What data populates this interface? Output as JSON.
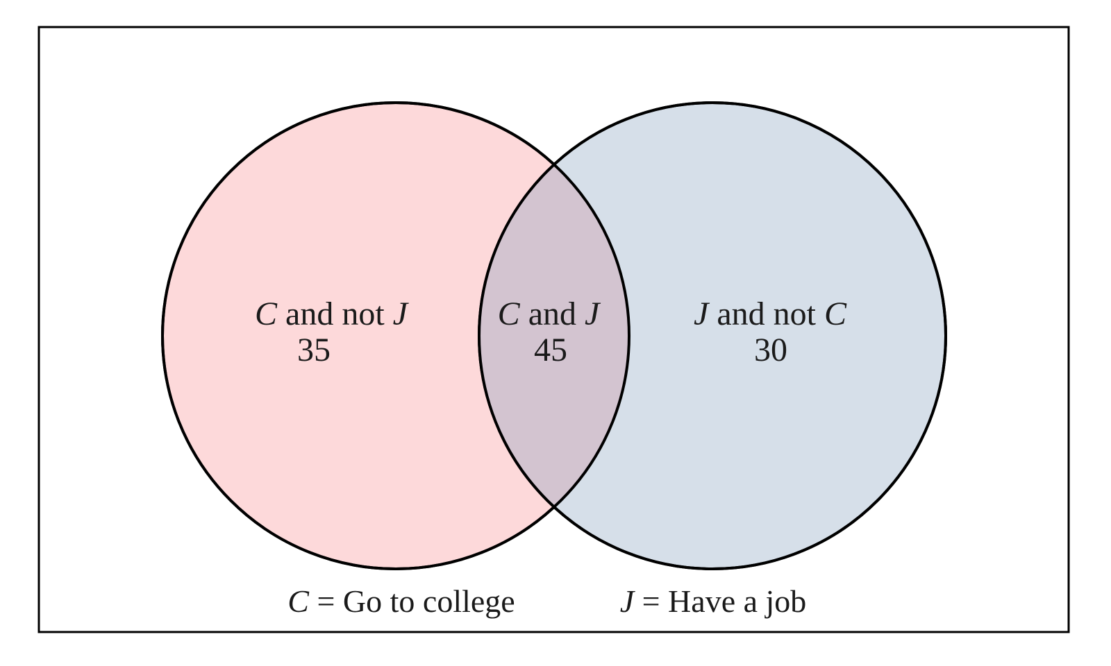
{
  "figure": {
    "type": "venn-diagram",
    "background": "#ffffff",
    "colors": {
      "left_fill": "#fdd9da",
      "right_fill": "#d6dfe9",
      "overlap_fill": "#d3c4d0",
      "stroke": "#000000",
      "border": "#000000"
    },
    "regions": {
      "left": {
        "var1": "C",
        "mid": " and not ",
        "var2": "J",
        "value": "35"
      },
      "middle": {
        "var1": "C",
        "mid": " and ",
        "var2": "J",
        "value": "45"
      },
      "right": {
        "var1": "J",
        "mid": " and not ",
        "var2": "C",
        "value": "30"
      }
    },
    "legend": {
      "left": {
        "var": "C",
        "rest": " = Go to college"
      },
      "right": {
        "var": "J",
        "rest": " = Have a job"
      }
    }
  },
  "chart_data": {
    "type": "venn",
    "sets": [
      {
        "symbol": "C",
        "meaning": "Go to college",
        "only_count": 35
      },
      {
        "symbol": "J",
        "meaning": "Have a job",
        "only_count": 30
      }
    ],
    "intersection_count": 45,
    "region_labels": [
      "C and not J",
      "C and J",
      "J and not C"
    ],
    "region_values": [
      35,
      45,
      30
    ]
  }
}
